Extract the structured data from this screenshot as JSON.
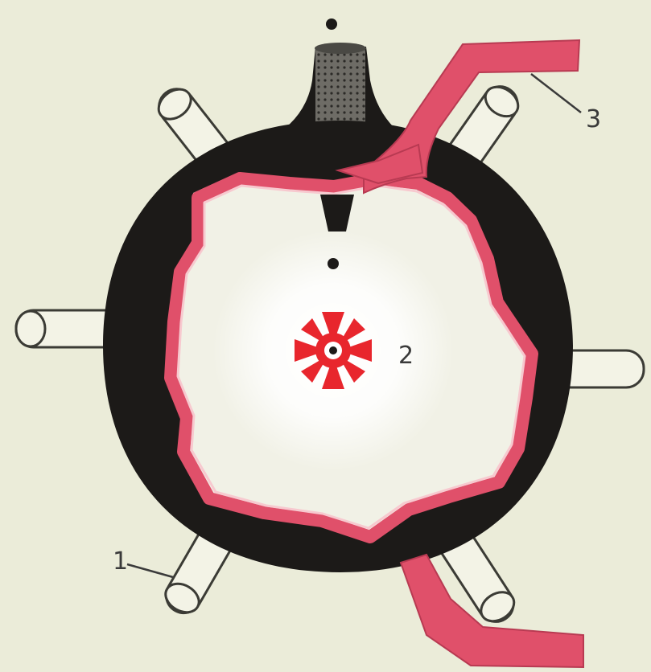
{
  "labels": {
    "one": "1",
    "two": "2",
    "three": "3"
  },
  "colors": {
    "background": "#ebecd9",
    "casing": "#1c1a18",
    "vessel": "#e0506a",
    "vessel_highlight": "#f7c9cf",
    "center_flash": "#e8262d",
    "tubes": "#f3f3e6"
  },
  "icons": {
    "detonator": "threaded-cap-icon",
    "blast": "burst-icon"
  }
}
